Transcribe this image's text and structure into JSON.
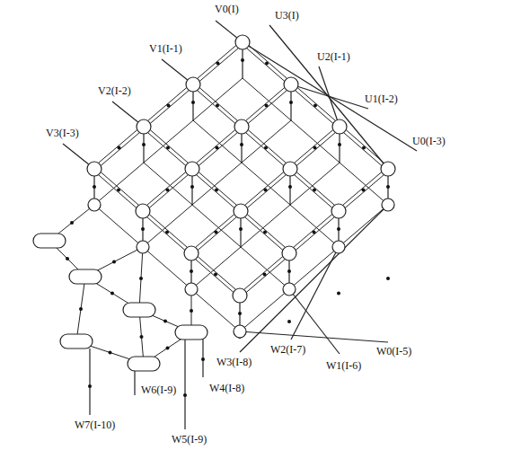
{
  "diagram": {
    "labels": [
      "V0(I)",
      "U3(I)",
      "V1(I-1)",
      "U2(I-1)",
      "V2(I-2)",
      "U1(I-2)",
      "V3(I-3)",
      "U0(I-3)",
      "W3(I-8)",
      "W2(I-7)",
      "W1(I-6)",
      "W0(I-5)",
      "W6(I-9)",
      "W4(I-8)",
      "W7(I-10)",
      "W5(I-9)"
    ]
  }
}
